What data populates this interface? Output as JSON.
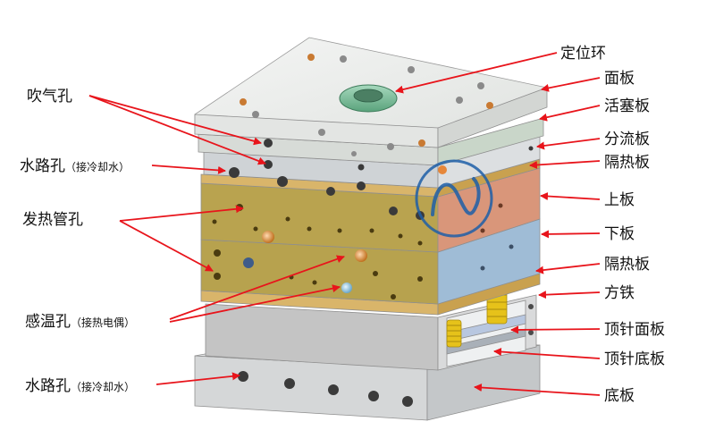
{
  "labels_left": {
    "blow_hole": "吹气孔",
    "water_hole_top": "水路孔",
    "water_hole_top_note": "（接冷却水）",
    "heater_hole": "发热管孔",
    "sensor_hole": "感温孔",
    "sensor_hole_note": "（接热电偶）",
    "water_hole_bottom": "水路孔",
    "water_hole_bottom_note": "（接冷却水）"
  },
  "labels_right": {
    "locating_ring": "定位环",
    "face_plate": "面板",
    "piston_plate": "活塞板",
    "manifold_plate": "分流板",
    "insulation_plate_top": "隔热板",
    "upper_plate": "上板",
    "lower_plate": "下板",
    "insulation_plate_bottom": "隔热板",
    "spacer_block": "方铁",
    "ejector_retainer_plate": "顶针面板",
    "ejector_bottom_plate": "顶针底板",
    "base_plate": "底板"
  },
  "colors": {
    "arrow": "#e8141b",
    "top_plate": "#e9ebe9",
    "piston_plate": "#c9d6c9",
    "manifold_plate": "#cfd3d6",
    "insulation_plate": "#d9b56a",
    "upper_plate": "#b9a34f",
    "upper_plate_side": "#d9967a",
    "lower_plate": "#b7a24e",
    "lower_plate_side": "#9fbcd6",
    "spacer_block": "#bcbcbc",
    "spring": "#e6c21a",
    "locating_ring": "#86c3a2",
    "logo": "#1e5fa8"
  }
}
